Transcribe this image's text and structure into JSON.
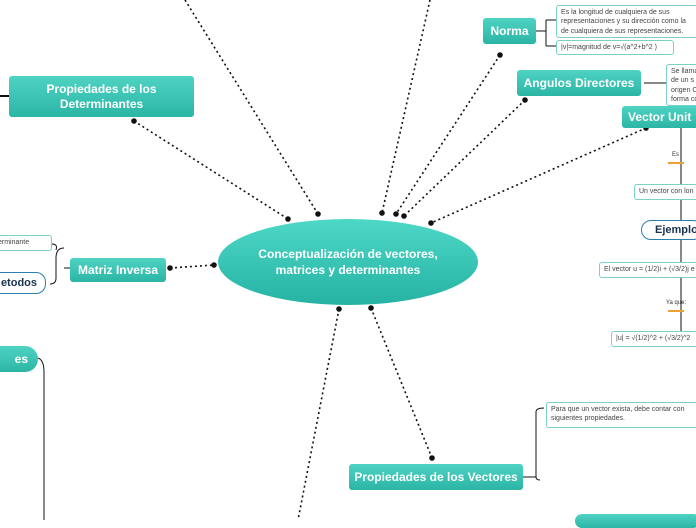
{
  "central": {
    "text": "Conceptualización de vectores, matrices y determinantes"
  },
  "nodes": {
    "propiedades_determinantes": "Propiedades de los Determinantes",
    "norma": "Norma",
    "angulos": "Angulos Directores",
    "vector_unitario": "Vector Unit",
    "matriz_inversa": "Matriz Inversa",
    "propiedades_vectores": "Propiedades de los Vectores",
    "left_partial": "es"
  },
  "notes": {
    "norma_def": "Es la longitud de cualquiera de sus representaciones y su dirección como la de cualquiera de sus representaciones.",
    "norma_formula": "|v|=magnitud de v=√(a^2+b^2 )",
    "angulos_def": "Se llama de un s origen C forma co",
    "vector_def": "Un vector con lon",
    "ejemplo_text": "El vector u = (1/2)i + (√3/2)j e",
    "calc_text": "|u| = √(1/2)^2 + (√3/2)^2",
    "propiedades_vectores_def": "Para que un vector exista, debe contar con siguientes propiedades.",
    "matriz_determinante": "erminante"
  },
  "pills": {
    "ejemplo": "Ejemplo",
    "metodos": "etodos"
  },
  "labels": {
    "es": "Es",
    "ya_que": "Ya que:"
  },
  "colors": {
    "teal": "#2bb5a5",
    "pill_border": "#2a7fb0",
    "connector": "#111111",
    "marker": "#f0a030"
  }
}
